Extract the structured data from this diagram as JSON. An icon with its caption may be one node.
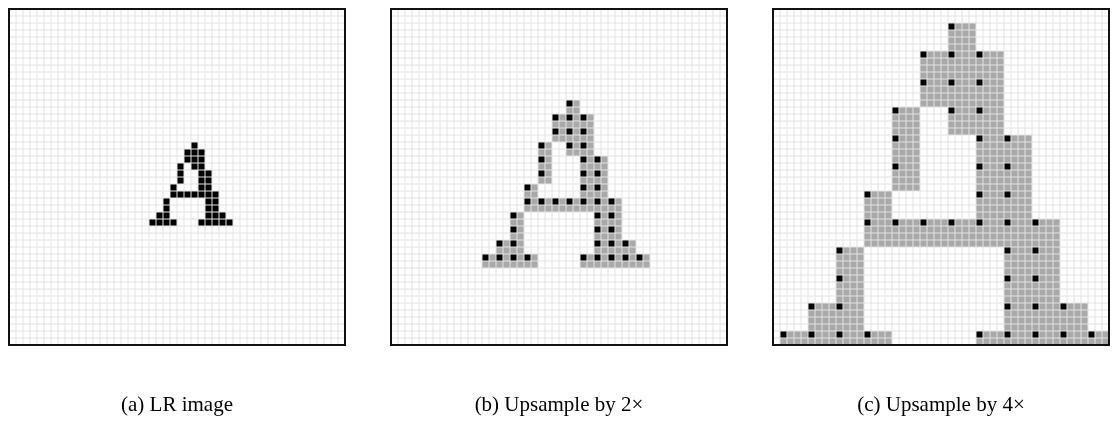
{
  "diagram": {
    "labels": [
      "(a) LR image",
      "(b) Upsample by 2×",
      "(c) Upsample by 4×"
    ]
  }
}
